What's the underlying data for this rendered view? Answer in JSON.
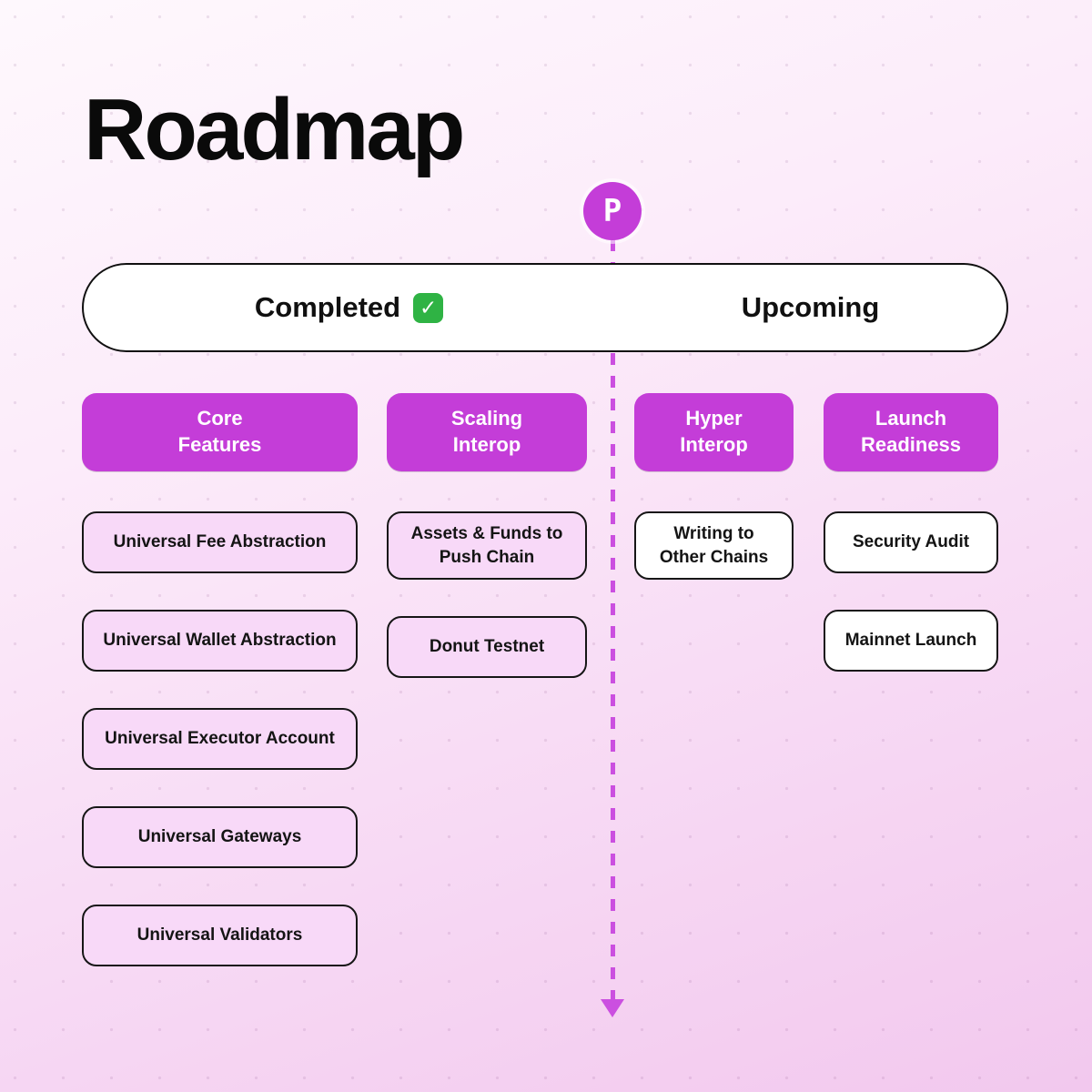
{
  "title": "Roadmap",
  "logo": {
    "glyph": "P"
  },
  "banner": {
    "completed_label": "Completed",
    "check_icon": "✓",
    "upcoming_label": "Upcoming"
  },
  "columns": [
    {
      "header": "Core\nFeatures",
      "items": [
        "Universal Fee Abstraction",
        "Universal Wallet Abstraction",
        "Universal Executor Account",
        "Universal Gateways",
        "Universal Validators"
      ]
    },
    {
      "header": "Scaling\nInterop",
      "items": [
        "Assets & Funds to Push Chain",
        "Donut Testnet"
      ]
    },
    {
      "header": "Hyper\nInterop",
      "items": [
        "Writing to Other Chains"
      ]
    },
    {
      "header": "Launch\nReadiness",
      "items": [
        "Security Audit",
        "Mainnet Launch"
      ]
    }
  ],
  "colors": {
    "accent": "#c43dd8",
    "pink_box": "#f8d9f8",
    "line": "#cb4fe0"
  }
}
